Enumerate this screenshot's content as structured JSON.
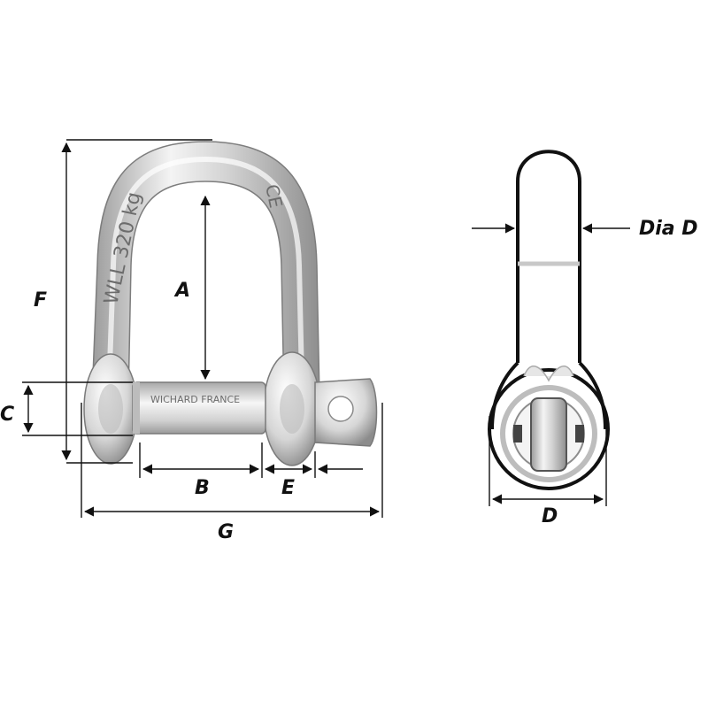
{
  "figure": {
    "engraving": {
      "load": "WLL 320 kg",
      "ce": "CE",
      "brand": "WICHARD FRANCE"
    },
    "labels": {
      "A": "A",
      "B": "B",
      "C": "C",
      "D": "D",
      "E": "E",
      "F": "F",
      "G": "G",
      "dia_d": "Dia D"
    }
  },
  "colors": {
    "ink": "#111111",
    "steel_dark": "#8a8a8a",
    "steel_mid": "#c4c4c4",
    "steel_light": "#f2f2f2",
    "pin_highlight": "#e8e8e8"
  }
}
